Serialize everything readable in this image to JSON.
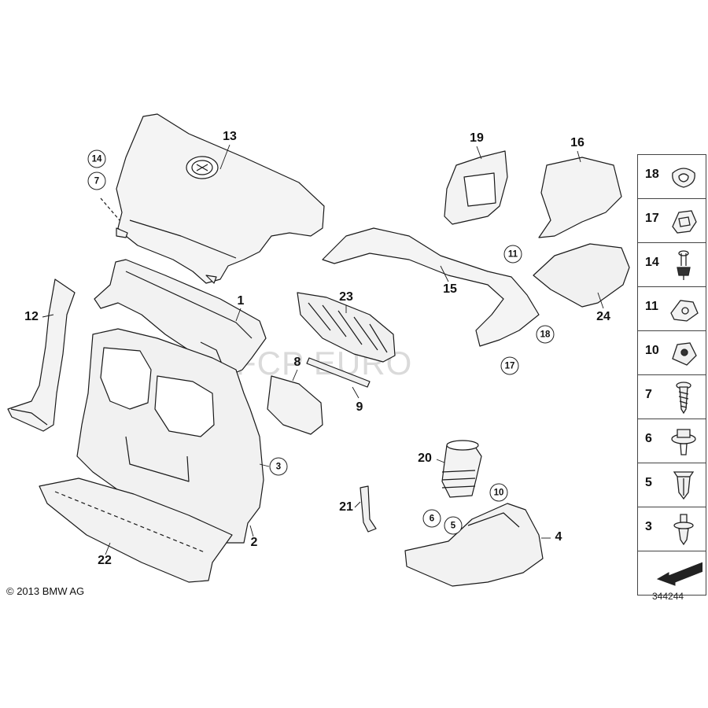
{
  "watermark": "FCP EURO",
  "copyright": "© 2013 BMW AG",
  "ref_number": "344244",
  "plain_callouts": {
    "c13": "13",
    "c19": "19",
    "c16": "16",
    "c12": "12",
    "c1": "1",
    "c23": "23",
    "c15": "15",
    "c24": "24",
    "c8": "8",
    "c9": "9",
    "c20": "20",
    "c21": "21",
    "c4": "4",
    "c2": "2",
    "c22": "22"
  },
  "circled_callouts": {
    "k14": "14",
    "k7": "7",
    "k11": "11",
    "k18": "18",
    "k17": "17",
    "k3": "3",
    "k10": "10",
    "k6": "6",
    "k5": "5"
  },
  "legend": [
    {
      "num": "18",
      "icon": "grommet-icon"
    },
    {
      "num": "17",
      "icon": "clip-nut-icon"
    },
    {
      "num": "14",
      "icon": "screw-pin-icon"
    },
    {
      "num": "11",
      "icon": "spring-nut-icon"
    },
    {
      "num": "10",
      "icon": "speed-nut-icon"
    },
    {
      "num": "7",
      "icon": "self-tapping-screw-icon"
    },
    {
      "num": "6",
      "icon": "collar-screw-icon"
    },
    {
      "num": "5",
      "icon": "expanding-nut-icon"
    },
    {
      "num": "3",
      "icon": "push-rivet-icon"
    },
    {
      "num": "",
      "icon": "direction-arrow-icon"
    }
  ]
}
